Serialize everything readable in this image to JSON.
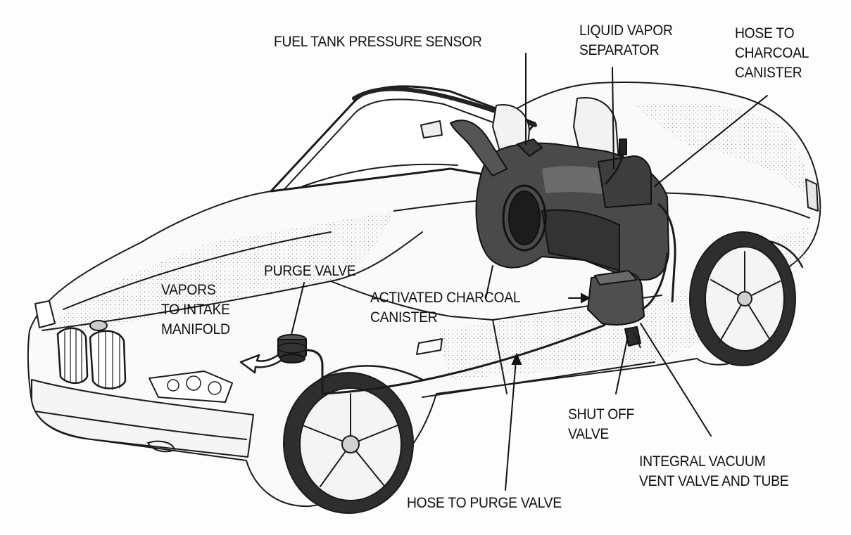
{
  "diagram": {
    "colors": {
      "ink": "#1a1a1a",
      "part_fill": "#4a4a4a",
      "part_dark": "#262626",
      "body_fill": "#fafafa",
      "background": "#fdfdfd"
    },
    "labels": {
      "fuel_tank_pressure_sensor": [
        "FUEL TANK PRESSURE SENSOR"
      ],
      "liquid_vapor_separator": [
        "LIQUID VAPOR",
        "SEPARATOR"
      ],
      "hose_to_charcoal_canister": [
        "HOSE TO",
        "CHARCOAL",
        "CANISTER"
      ],
      "purge_valve": [
        "PURGE VALVE"
      ],
      "vapors_to_intake_manifold": [
        "VAPORS",
        "TO INTAKE",
        "MANIFOLD"
      ],
      "activated_charcoal_canister": [
        "ACTIVATED CHARCOAL",
        "CANISTER"
      ],
      "shut_off_valve": [
        "SHUT OFF",
        "VALVE"
      ],
      "integral_vacuum_vent_valve": [
        "INTEGRAL VACUUM",
        "VENT VALVE AND TUBE"
      ],
      "hose_to_purge_valve": [
        "HOSE TO PURGE VALVE"
      ]
    }
  }
}
